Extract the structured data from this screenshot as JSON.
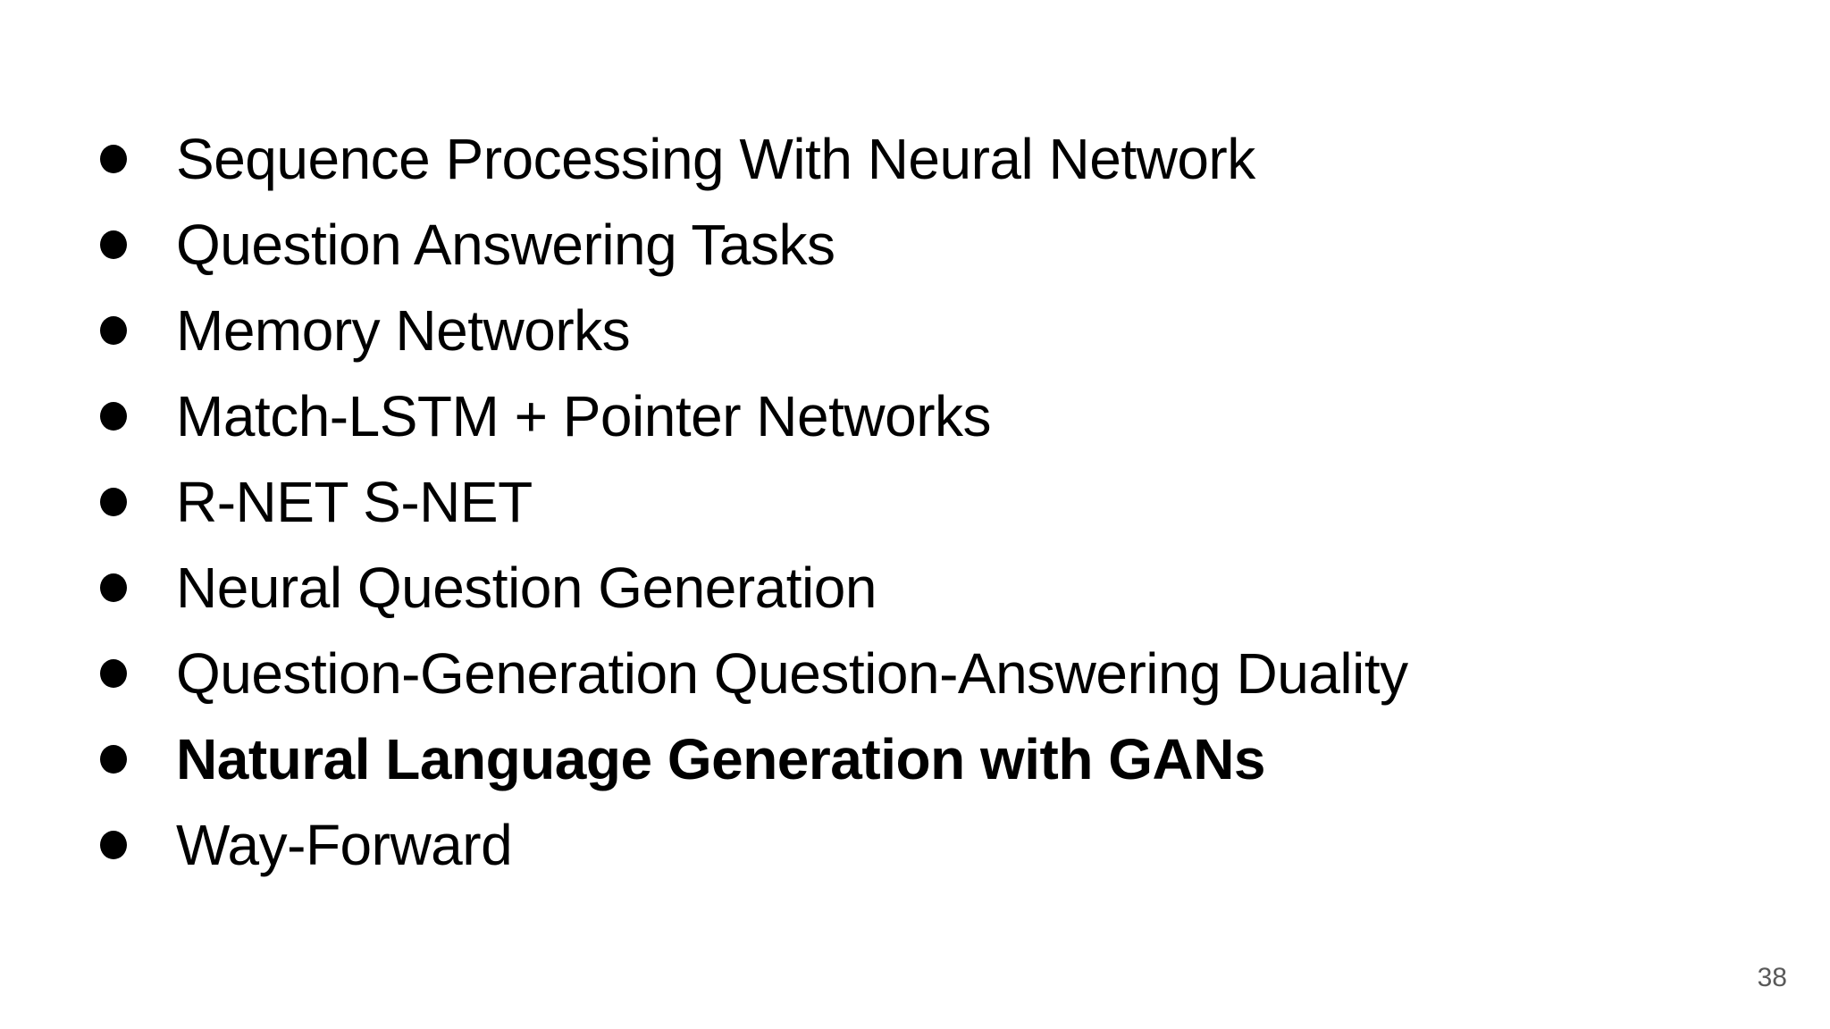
{
  "slide": {
    "bullets": [
      {
        "label": "Sequence Processing With Neural Network",
        "bold": false
      },
      {
        "label": "Question Answering Tasks",
        "bold": false
      },
      {
        "label": "Memory Networks",
        "bold": false
      },
      {
        "label": "Match-LSTM + Pointer Networks",
        "bold": false
      },
      {
        "label": "R-NET S-NET",
        "bold": false
      },
      {
        "label": "Neural Question Generation",
        "bold": false
      },
      {
        "label": "Question-Generation Question-Answering Duality",
        "bold": false
      },
      {
        "label": "Natural Language Generation with GANs",
        "bold": true
      },
      {
        "label": "Way-Forward",
        "bold": false
      }
    ],
    "page_number": "38",
    "colors": {
      "background": "#ffffff",
      "text": "#000000",
      "page_number": "#595959"
    }
  }
}
